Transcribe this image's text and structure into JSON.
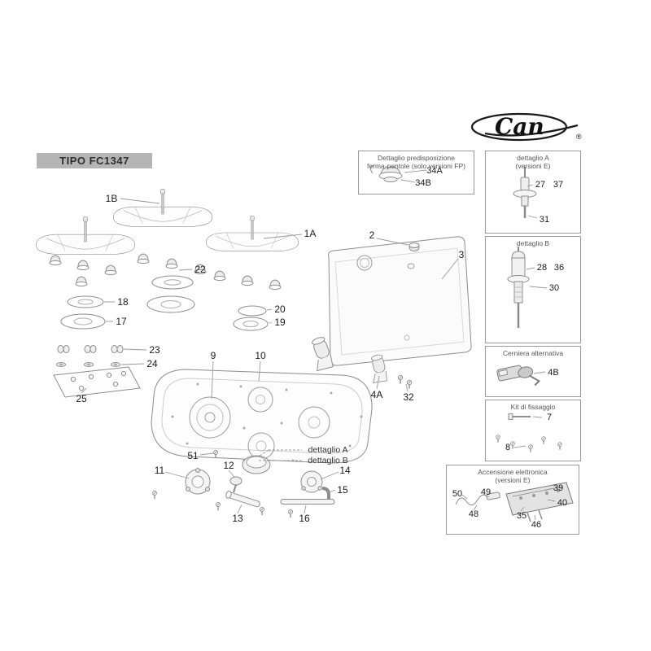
{
  "brand": {
    "name": "Can",
    "registered": "®"
  },
  "header": {
    "model": "TIPO FC1347"
  },
  "callouts": [
    {
      "label": "1B"
    },
    {
      "label": "1A"
    },
    {
      "label": "22"
    },
    {
      "label": "18"
    },
    {
      "label": "17"
    },
    {
      "label": "20"
    },
    {
      "label": "19"
    },
    {
      "label": "23"
    },
    {
      "label": "24"
    },
    {
      "label": "25"
    },
    {
      "label": "2"
    },
    {
      "label": "3"
    },
    {
      "label": "9"
    },
    {
      "label": "10"
    },
    {
      "label": "4A"
    },
    {
      "label": "32"
    },
    {
      "label": "51"
    },
    {
      "label": "dettaglio A"
    },
    {
      "label": "dettaglio B"
    },
    {
      "label": "11"
    },
    {
      "label": "12"
    },
    {
      "label": "14"
    },
    {
      "label": "15"
    },
    {
      "label": "13"
    },
    {
      "label": "16"
    }
  ],
  "boxes": [
    {
      "title": "Dettaglio predisposizione\nferma-pentole (solo versioni FP)",
      "parts": [
        {
          "label": "34A"
        },
        {
          "label": "34B"
        }
      ]
    },
    {
      "title": "dettaglio A\n(versioni E)",
      "parts": [
        {
          "label": "27"
        },
        {
          "label": "37"
        },
        {
          "label": "31"
        }
      ]
    },
    {
      "title": "dettaglio B",
      "parts": [
        {
          "label": "28"
        },
        {
          "label": "36"
        },
        {
          "label": "30"
        }
      ]
    },
    {
      "title": "Cerniera alternativa",
      "parts": [
        {
          "label": "4B"
        }
      ]
    },
    {
      "title": "Kit di fissaggio",
      "parts": [
        {
          "label": "7"
        },
        {
          "label": "8"
        }
      ]
    },
    {
      "title": "Accensione elettronica\n(versioni E)",
      "parts": [
        {
          "label": "50"
        },
        {
          "label": "49"
        },
        {
          "label": "48"
        },
        {
          "label": "35"
        },
        {
          "label": "39"
        },
        {
          "label": "40"
        },
        {
          "label": "46"
        }
      ]
    }
  ]
}
